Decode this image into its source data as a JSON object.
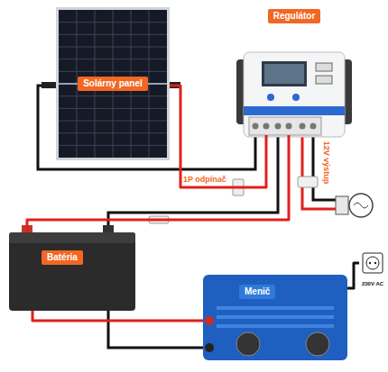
{
  "diagram": {
    "nodes": [
      {
        "text": [
          "Solárny panel"
        ]
      },
      {
        "text": [
          "Regulátor"
        ]
      },
      {
        "text": [
          "Batéria"
        ]
      },
      {
        "text": [
          "Menič"
        ]
      },
      {
        "text": [
          "230V AC"
        ]
      }
    ],
    "edges": [
      {
        "from": 0,
        "to": 1,
        "label": "1P odpínač",
        "arrow": "none"
      },
      {
        "from": 1,
        "to": 2,
        "arrow": "none"
      },
      {
        "from": 2,
        "to": 3,
        "arrow": "none"
      },
      {
        "from": 3,
        "to": 4,
        "arrow": "none"
      }
    ],
    "labels": [
      "12V výstup"
    ]
  }
}
